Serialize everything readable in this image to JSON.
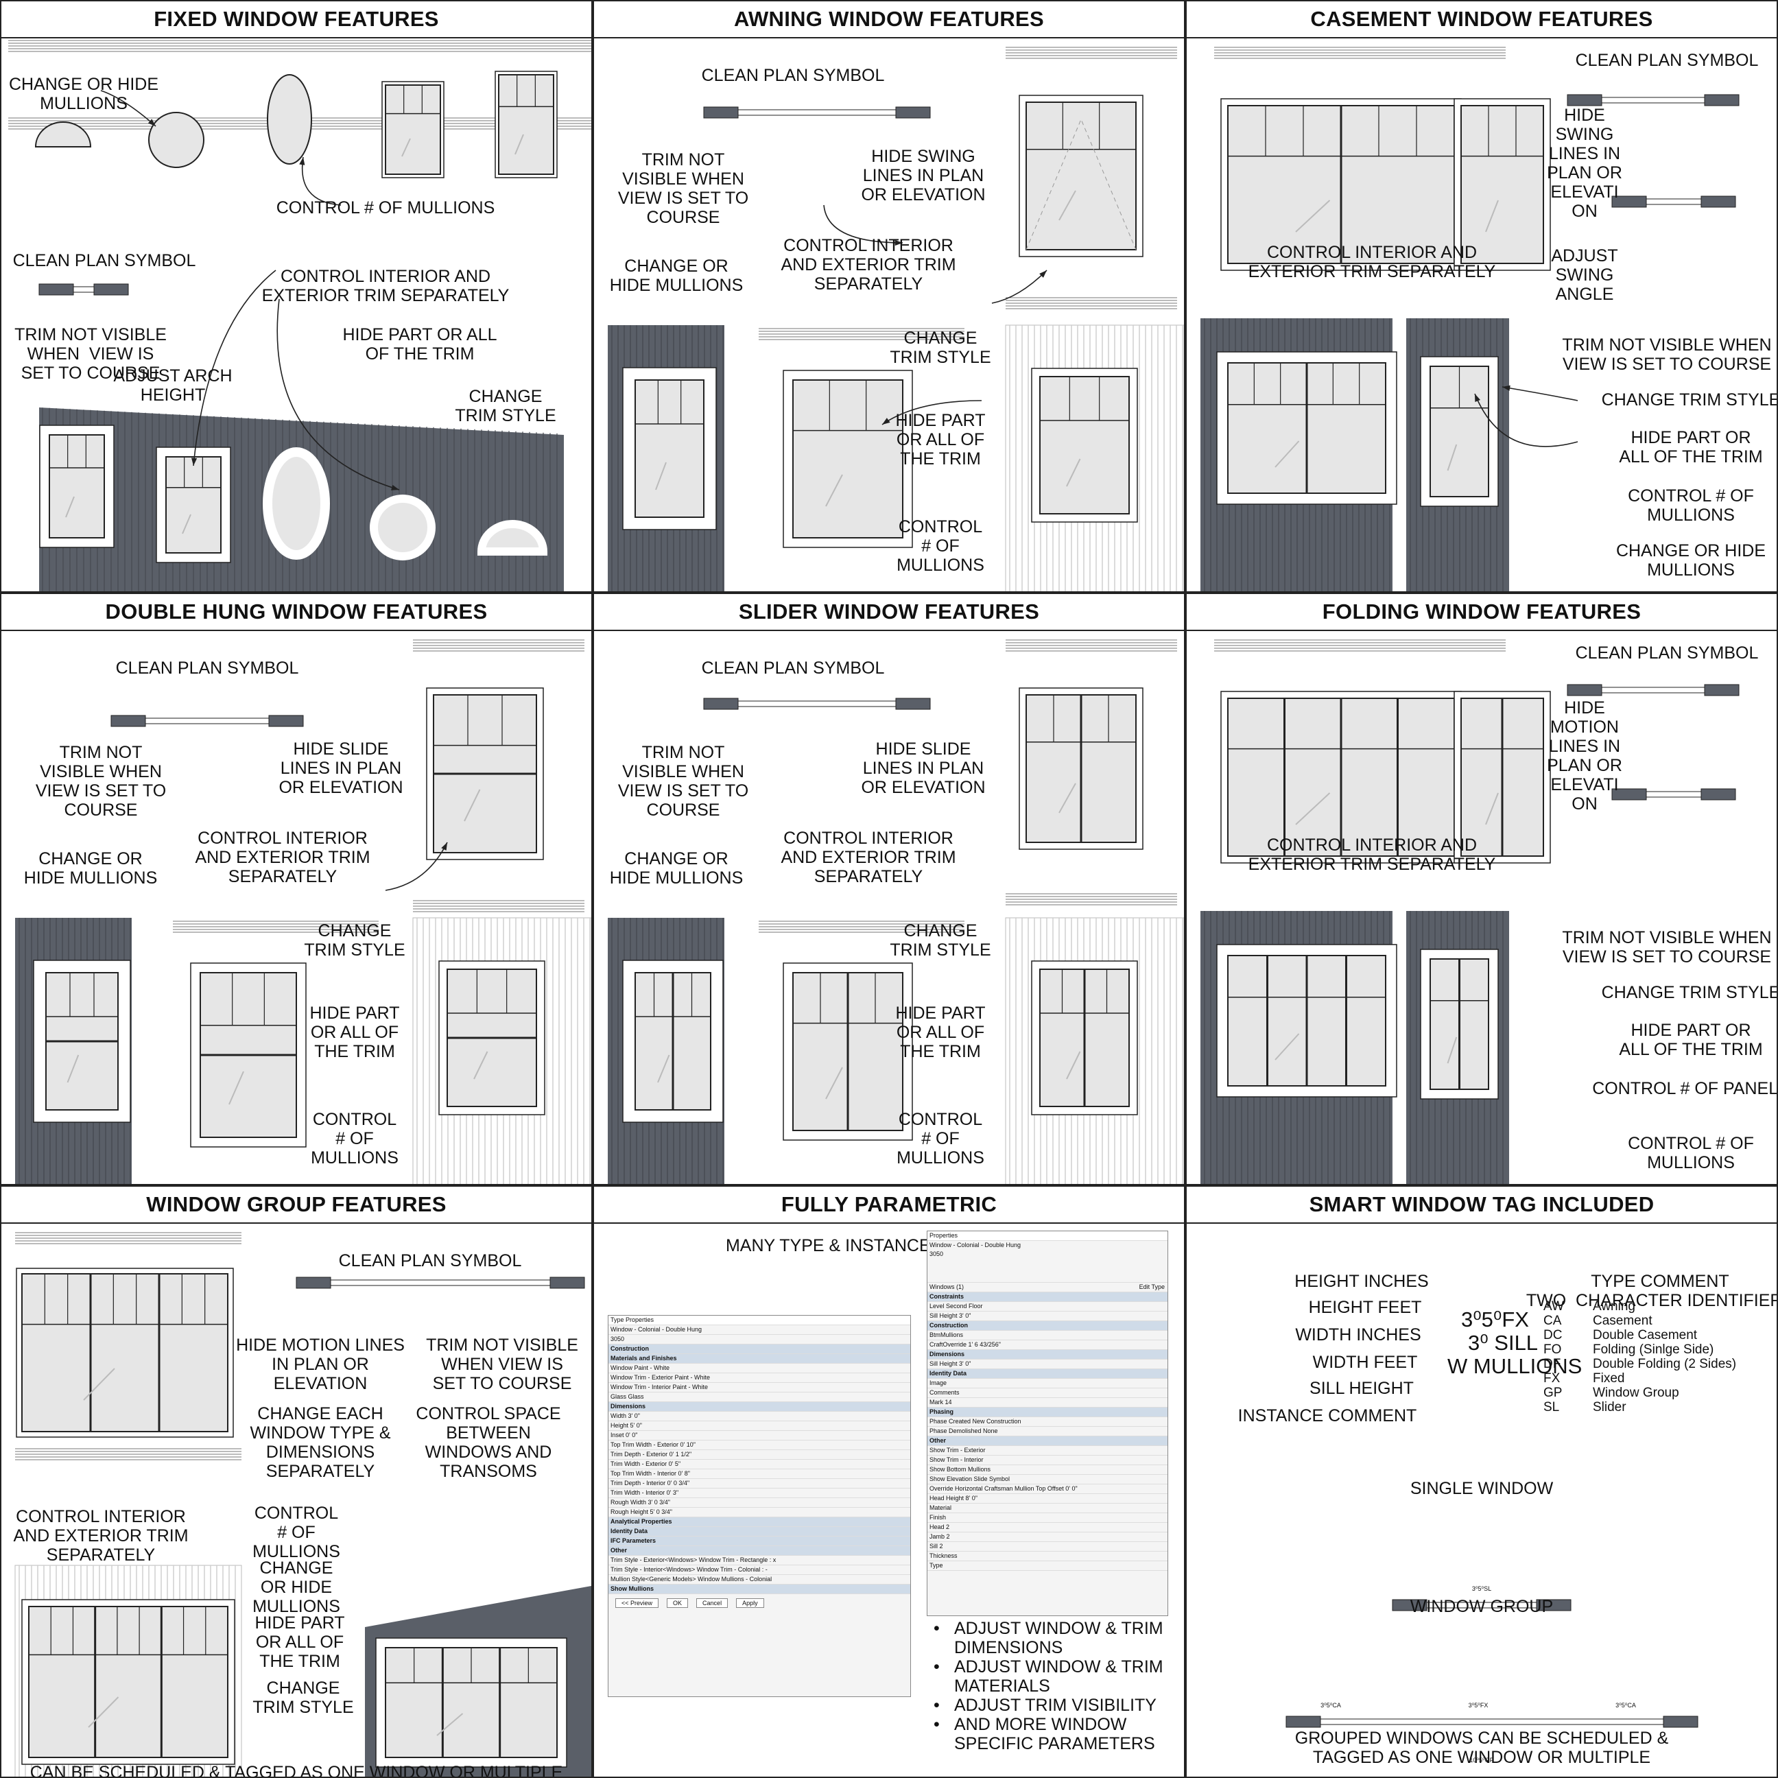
{
  "colors": {
    "siding": "#5a5f68",
    "trim": "#ffffff",
    "line": "#222222",
    "glass": "#e6e6e6"
  },
  "panels": [
    {
      "title": "FIXED WINDOW FEATURES",
      "labels": [
        "CHANGE OR HIDE\nMULLIONS",
        "CONTROL # OF MULLIONS",
        "CLEAN PLAN SYMBOL",
        "CONTROL INTERIOR AND\nEXTERIOR TRIM SEPARATELY",
        "TRIM NOT VISIBLE\nWHEN  VIEW IS\nSET TO COURSE",
        "ADJUST ARCH\nHEIGHT",
        "HIDE PART OR ALL\nOF THE TRIM",
        "CHANGE\nTRIM STYLE"
      ]
    },
    {
      "title": "AWNING WINDOW FEATURES",
      "labels": [
        "CLEAN PLAN SYMBOL",
        "TRIM NOT\nVISIBLE WHEN\nVIEW IS SET TO\nCOURSE",
        "HIDE SWING\nLINES IN PLAN\nOR ELEVATION",
        "CHANGE OR\nHIDE MULLIONS",
        "CONTROL INTERIOR\nAND EXTERIOR TRIM\nSEPARATELY",
        "CHANGE\nTRIM STYLE",
        "HIDE PART\nOR ALL OF\nTHE TRIM",
        "CONTROL\n# OF\nMULLIONS"
      ]
    },
    {
      "title": "CASEMENT WINDOW FEATURES",
      "labels": [
        "CLEAN PLAN SYMBOL",
        "HIDE\nSWING\nLINES IN\nPLAN OR\nELEVATI\nON",
        "CONTROL INTERIOR AND\nEXTERIOR TRIM SEPARATELY",
        "ADJUST\nSWING\nANGLE",
        "TRIM NOT VISIBLE WHEN\nVIEW IS SET TO COURSE",
        "CHANGE TRIM STYLE",
        "HIDE PART OR\nALL OF THE TRIM",
        "CONTROL # OF\nMULLIONS",
        "CHANGE OR HIDE\nMULLIONS"
      ]
    },
    {
      "title": "DOUBLE HUNG WINDOW FEATURES",
      "labels": [
        "CLEAN PLAN SYMBOL",
        "TRIM NOT\nVISIBLE WHEN\nVIEW IS SET TO\nCOURSE",
        "HIDE SLIDE\nLINES IN PLAN\nOR ELEVATION",
        "CHANGE OR\nHIDE MULLIONS",
        "CONTROL INTERIOR\nAND EXTERIOR TRIM\nSEPARATELY",
        "CHANGE\nTRIM STYLE",
        "HIDE PART\nOR ALL OF\nTHE TRIM",
        "CONTROL\n# OF\nMULLIONS"
      ]
    },
    {
      "title": "SLIDER WINDOW FEATURES",
      "labels": [
        "CLEAN PLAN SYMBOL",
        "TRIM NOT\nVISIBLE WHEN\nVIEW IS SET TO\nCOURSE",
        "HIDE SLIDE\nLINES IN PLAN\nOR ELEVATION",
        "CHANGE OR\nHIDE MULLIONS",
        "CONTROL INTERIOR\nAND EXTERIOR TRIM\nSEPARATELY",
        "CHANGE\nTRIM STYLE",
        "HIDE PART\nOR ALL OF\nTHE TRIM",
        "CONTROL\n# OF\nMULLIONS"
      ]
    },
    {
      "title": "FOLDING WINDOW FEATURES",
      "labels": [
        "CLEAN PLAN SYMBOL",
        "HIDE\nMOTION\nLINES IN\nPLAN OR\nELEVATI\nON",
        "CONTROL INTERIOR AND\nEXTERIOR TRIM SEPARATELY",
        "TRIM NOT VISIBLE WHEN\nVIEW IS SET TO COURSE",
        "CHANGE TRIM STYLE",
        "HIDE PART OR\nALL OF THE TRIM",
        "CONTROL # OF PANELS",
        "CONTROL # OF\nMULLIONS",
        "CHANGE OR HIDE\nMULLIONS"
      ]
    },
    {
      "title": "WINDOW GROUP FEATURES",
      "labels": [
        "CLEAN PLAN SYMBOL",
        "HIDE MOTION LINES\nIN PLAN OR\nELEVATION",
        "TRIM NOT VISIBLE\nWHEN VIEW IS\nSET TO COURSE",
        "CHANGE EACH\nWINDOW TYPE &\nDIMENSIONS\nSEPARATELY",
        "CONTROL SPACE\nBETWEEN\nWINDOWS AND\nTRANSOMS",
        "CONTROL INTERIOR\nAND EXTERIOR TRIM\nSEPARATELY",
        "CONTROL\n# OF\nMULLIONS",
        "CHANGE\nOR HIDE\nMULLIONS",
        "HIDE PART\nOR ALL OF\nTHE TRIM",
        "CHANGE\nTRIM STYLE",
        "CAN BE SCHEDULED & TAGGED AS ONE WINDOW OR MULTIPLE"
      ]
    },
    {
      "title": "FULLY PARAMETRIC",
      "labels": [
        "MANY TYPE & INSTANCE PARAMETERS"
      ],
      "bullets": [
        "ADJUST WINDOW & TRIM\nDIMENSIONS",
        "ADJUST WINDOW & TRIM\nMATERIALS",
        "ADJUST TRIM VISIBILITY",
        "AND MORE WINDOW\nSPECIFIC PARAMETERS"
      ],
      "type_dialog": {
        "title": "Type Properties",
        "family": "Window - Colonial - Double Hung",
        "type": "3050",
        "rows": [
          "Construction",
          "Materials and Finishes",
          "Window   Paint - White",
          "Window Trim - Exterior   Paint - White",
          "Window Trim - Interior   Paint - White",
          "Glass   Glass",
          "Dimensions",
          "Width   3' 0\"",
          "Height   5' 0\"",
          "Inset   0' 0\"",
          "Top Trim Width - Exterior   0' 10\"",
          "Trim Depth - Exterior   0' 1 1/2\"",
          "Trim Width - Exterior   0' 5\"",
          "Top Trim Width - Interior   0' 8\"",
          "Trim Depth - Interior   0' 0 3/4\"",
          "Trim Width - Interior   0' 3\"",
          "Rough Width   3' 0 3/4\"",
          "Rough Height   5' 0 3/4\"",
          "Analytical Properties",
          "Identity Data",
          "IFC Parameters",
          "Other",
          "Trim Style - Exterior<Windows>   Window Trim - Rectangle : x",
          "Trim Style - Interior<Windows>   Window Trim - Colonial : -",
          "Mullion Style<Generic Models>   Window Mullions - Colonial",
          "Show Mullions"
        ],
        "buttons": [
          "<< Preview",
          "OK",
          "Cancel",
          "Apply"
        ]
      },
      "properties": {
        "title": "Properties",
        "name": "Window - Colonial - Double Hung\n3050",
        "filter": "Windows (1)",
        "edit": "Edit Type",
        "rows": [
          "Constraints",
          "Level   Second Floor",
          "Sill Height   3' 0\"",
          "Construction",
          "BtmMullions",
          "CraftOverride   1' 6 43/256\"",
          "Dimensions",
          "Sill Height   3' 0\"",
          "Identity Data",
          "Image",
          "Comments",
          "Mark   14",
          "Phasing",
          "Phase Created   New Construction",
          "Phase Demolished   None",
          "Other",
          "Show Trim - Exterior",
          "Show Trim - Interior",
          "Show Bottom Mullions",
          "Show Elevation Slide Symbol",
          "Override Horizontal Craftsman Mullion Top Offset   0' 0\"",
          "Head Height   8' 0\"",
          "Material",
          "Finish",
          "Head 2",
          "Jamb 2",
          "Sill 2",
          "Thickness",
          "Type"
        ]
      }
    },
    {
      "title": "SMART WINDOW TAG INCLUDED",
      "labels": [
        "HEIGHT INCHES",
        "HEIGHT FEET",
        "WIDTH INCHES",
        "WIDTH FEET",
        "SILL HEIGHT",
        "INSTANCE COMMENT",
        "TYPE COMMENT\nTWO  CHARACTER IDENTIFIERS",
        "SINGLE WINDOW",
        "WINDOW GROUP",
        "GROUPED WINDOWS CAN BE SCHEDULED &\nTAGGED AS ONE WINDOW OR MULTIPLE"
      ],
      "tag": {
        "line1": "3⁰5⁰FX",
        "line2": "3⁰ SILL",
        "line3": "W MULLIONS",
        "single": "3⁰5⁰SL",
        "group": [
          "3⁰5⁰CA",
          "3⁰5⁰FX",
          "3⁰5⁰CA",
          "10⁰5⁰GP"
        ]
      },
      "codes": [
        [
          "AW",
          "Awning"
        ],
        [
          "CA",
          "Casement"
        ],
        [
          "DC",
          "Double Casement"
        ],
        [
          "FO",
          "Folding (Sinlge Side)"
        ],
        [
          "DF",
          "Double Folding (2 Sides)"
        ],
        [
          "FX",
          "Fixed"
        ],
        [
          "GP",
          "Window Group"
        ],
        [
          "SL",
          "Slider"
        ]
      ]
    }
  ]
}
